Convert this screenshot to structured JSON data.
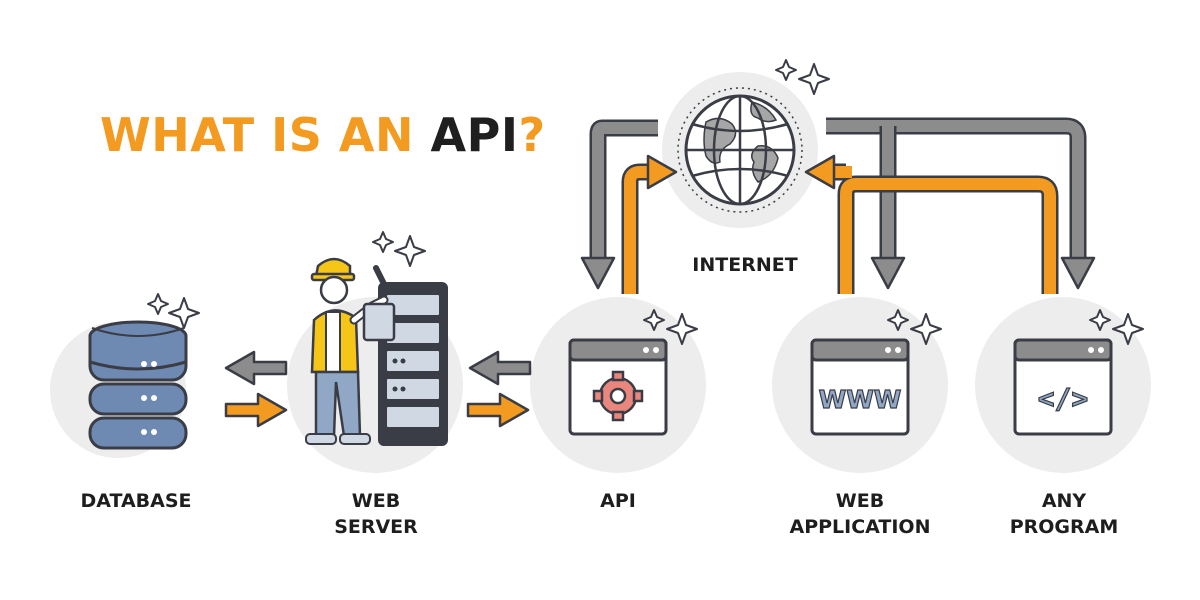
{
  "title": {
    "part1": "WHAT IS AN ",
    "part2": "API",
    "part3": "?"
  },
  "nodes": {
    "database": {
      "label_l1": "DATABASE"
    },
    "web_server": {
      "label_l1": "WEB",
      "label_l2": "SERVER"
    },
    "api": {
      "label_l1": "API"
    },
    "internet": {
      "label_l1": "INTERNET"
    },
    "web_application": {
      "label_l1": "WEB",
      "label_l2": "APPLICATION",
      "icon_text": "WWW"
    },
    "any_program": {
      "label_l1": "ANY",
      "label_l2": "PROGRAM",
      "icon_text": "</>"
    }
  },
  "colors": {
    "accent_orange": "#F39A21",
    "gray": "#8C8C8C",
    "dark": "#3a3d45",
    "circle": "#EDEDED",
    "blue": "#6E8AB2"
  }
}
